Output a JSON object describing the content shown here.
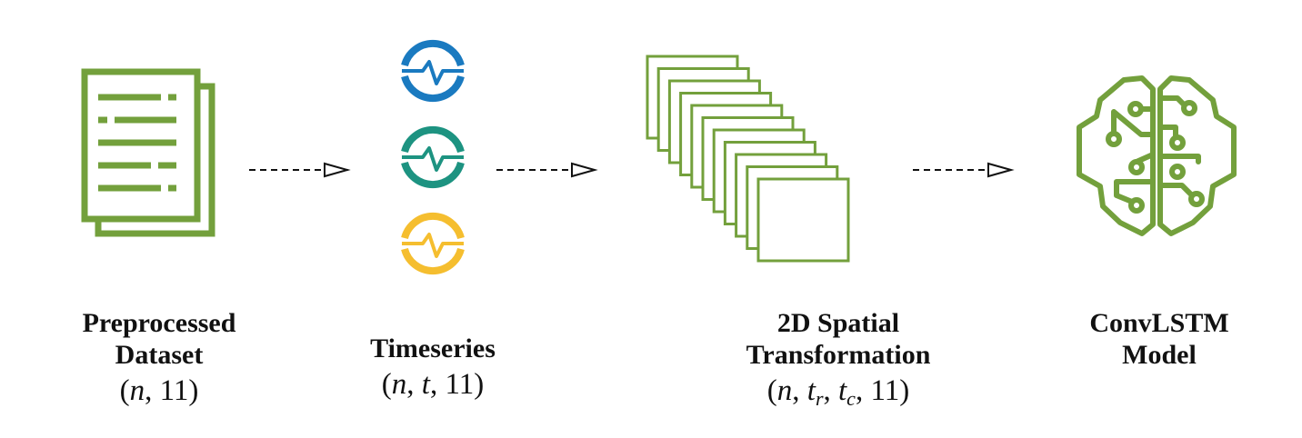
{
  "colors": {
    "green": "#73a03c",
    "blue": "#1a7ac0",
    "teal": "#1d9381",
    "yellow": "#f5be2f",
    "arrow": "#111111"
  },
  "stages": [
    {
      "icon": "document-stack-icon",
      "title_lines": [
        "Preprocessed",
        "Dataset"
      ],
      "dims": [
        "n",
        "11"
      ]
    },
    {
      "icon": "pulse-circle-icon",
      "title_lines": [
        "Timeseries"
      ],
      "dims": [
        "n",
        "t",
        "11"
      ]
    },
    {
      "icon": "frame-stack-icon",
      "title_lines": [
        "2D Spatial",
        "Transformation"
      ],
      "dims": [
        "n",
        "t_r",
        "t_c",
        "11"
      ]
    },
    {
      "icon": "brain-circuit-icon",
      "title_lines": [
        "ConvLSTM",
        "Model"
      ],
      "dims": []
    }
  ],
  "math_parts": {
    "open": "(",
    "close": ")",
    "sep": ", ",
    "n": "n",
    "t": "t",
    "eleven": "11",
    "r": "r",
    "c": "c"
  }
}
